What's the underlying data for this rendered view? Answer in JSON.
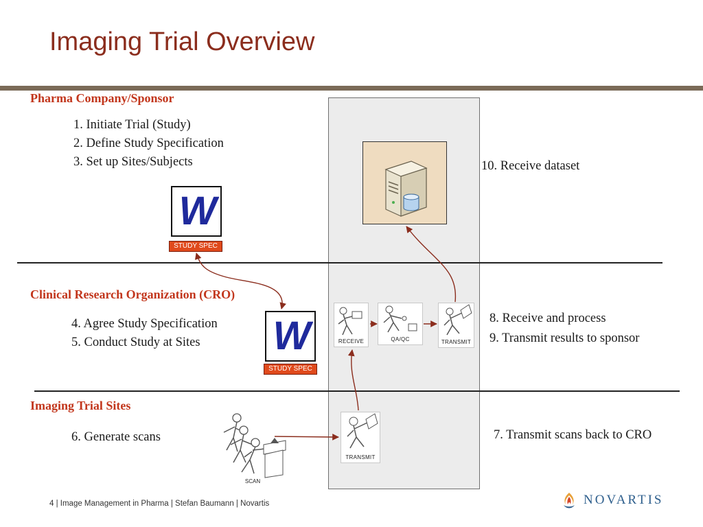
{
  "slide": {
    "title": "Imaging Trial Overview"
  },
  "sponsor": {
    "heading": "Pharma Company/Sponsor",
    "steps": [
      "1. Initiate Trial (Study)",
      "2. Define Study Specification",
      "3. Set up Sites/Subjects"
    ],
    "doc_letter": "W",
    "doc_tag": "STUDY SPEC",
    "right_note": "10. Receive dataset"
  },
  "cro": {
    "heading": "Clinical Research Organization (CRO)",
    "steps": [
      "4. Agree Study Specification",
      "5. Conduct Study at Sites"
    ],
    "doc_letter": "W",
    "doc_tag": "STUDY SPEC",
    "process_cards": [
      {
        "label": "RECEIVE",
        "icon": "receive-figure-icon"
      },
      {
        "label": "QA/QC",
        "icon": "qaqc-figure-icon"
      },
      {
        "label": "TRANSMIT",
        "icon": "transmit-figure-icon"
      }
    ],
    "right_notes": [
      "8. Receive and process",
      "9. Transmit results to sponsor"
    ]
  },
  "sites": {
    "heading": "Imaging Trial Sites",
    "steps": [
      "6. Generate scans"
    ],
    "scan_label": "SCAN",
    "transmit_label": "TRANSMIT",
    "right_note": "7. Transmit scans back to CRO"
  },
  "footer": {
    "text": "4 | Image Management in Pharma | Stefan Baumann | Novartis",
    "logo_text": "NOVARTIS"
  },
  "colors": {
    "title": "#8b2d1d",
    "heading": "#c2361c",
    "arrow": "#8b2d1d",
    "tag": "#e04a1c",
    "column": "#ececec",
    "brand_blue": "#2d5e8c",
    "logo_flame": "#e8a13a"
  }
}
